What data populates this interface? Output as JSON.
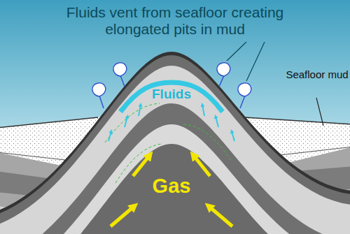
{
  "diagram": {
    "title": "Fluids vent from seafloor creating elongated pits in mud",
    "labels": [
      "Fluids",
      "Seafloor mud",
      "Gas"
    ]
  }
}
